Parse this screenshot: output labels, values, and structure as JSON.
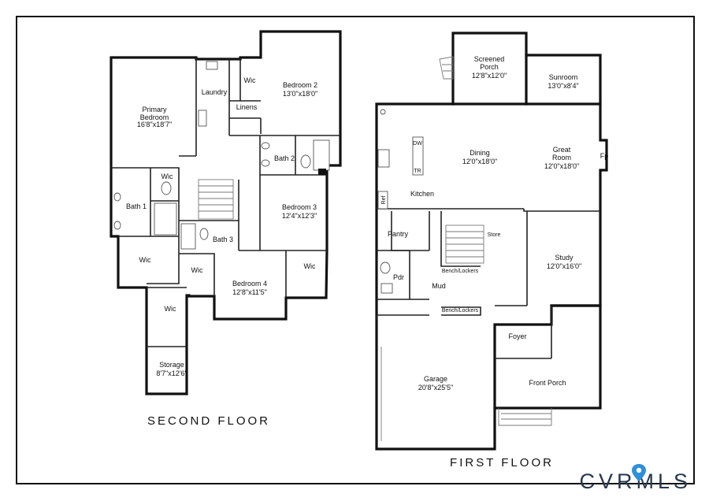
{
  "brand": {
    "logo_text": "CVRMLS",
    "primary_color": "#27384d",
    "accent_color": "#2f8fd8"
  },
  "floors": {
    "second": {
      "title": "SECOND FLOOR",
      "rooms": {
        "primary_bedroom": {
          "name": "Primary\nBedroom",
          "dims": "16'8\"x18'7\""
        },
        "laundry": {
          "name": "Laundry"
        },
        "wic_top": {
          "name": "Wic"
        },
        "linens": {
          "name": "Linens"
        },
        "bedroom2": {
          "name": "Bedroom 2",
          "dims": "13'0\"x18'0\""
        },
        "bath2": {
          "name": "Bath 2"
        },
        "bath1": {
          "name": "Bath 1"
        },
        "wic_bath1": {
          "name": "Wic"
        },
        "bedroom3": {
          "name": "Bedroom 3",
          "dims": "12'4\"x12'3\""
        },
        "bath3": {
          "name": "Bath 3"
        },
        "wic_left": {
          "name": "Wic"
        },
        "wic_mid": {
          "name": "Wic"
        },
        "wic_right": {
          "name": "Wic"
        },
        "bedroom4": {
          "name": "Bedroom 4",
          "dims": "12'8\"x11'5\""
        },
        "wic_lower": {
          "name": "Wic"
        },
        "storage": {
          "name": "Storage",
          "dims": "8'7\"x12'6\""
        }
      }
    },
    "first": {
      "title": "FIRST FLOOR",
      "rooms": {
        "screened_porch": {
          "name": "Screened\nPorch",
          "dims": "12'8\"x12'0\""
        },
        "sunroom": {
          "name": "Sunroom",
          "dims": "13'0\"x8'4\""
        },
        "dining": {
          "name": "Dining",
          "dims": "12'0\"x18'0\""
        },
        "great_room": {
          "name": "Great\nRoom",
          "dims": "12'0\"x18'0\""
        },
        "fp": {
          "name": "Fp"
        },
        "kitchen": {
          "name": "Kitchen"
        },
        "dw": {
          "name": "DW"
        },
        "tr": {
          "name": "TR"
        },
        "ref": {
          "name": "Ref"
        },
        "pantry": {
          "name": "Pantry"
        },
        "store": {
          "name": "Store"
        },
        "bench_lockers_1": {
          "name": "Bench/Lockers"
        },
        "study": {
          "name": "Study",
          "dims": "12'0\"x16'0\""
        },
        "pdr": {
          "name": "Pdr"
        },
        "mud": {
          "name": "Mud"
        },
        "bench_lockers_2": {
          "name": "Bench/Lockers"
        },
        "foyer": {
          "name": "Foyer"
        },
        "garage": {
          "name": "Garage",
          "dims": "20'8\"x25'5\""
        },
        "front_porch": {
          "name": "Front Porch"
        }
      }
    }
  }
}
